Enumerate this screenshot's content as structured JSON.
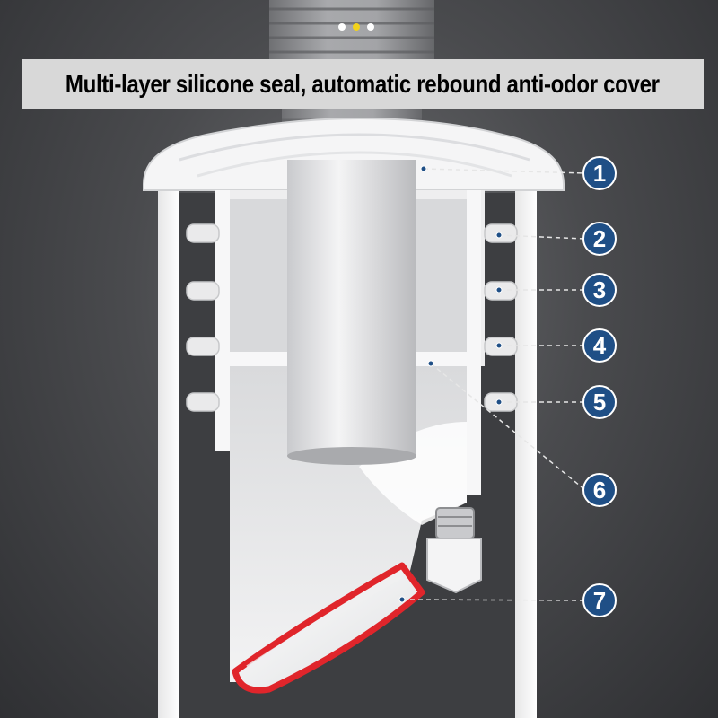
{
  "title": "Multi-layer silicone seal, automatic rebound anti-odor cover",
  "callouts": [
    {
      "number": "1"
    },
    {
      "number": "2"
    },
    {
      "number": "3"
    },
    {
      "number": "4"
    },
    {
      "number": "5"
    },
    {
      "number": "6"
    },
    {
      "number": "7"
    }
  ],
  "colors": {
    "background": "#4a4b4e",
    "banner": "#d8d8d8",
    "callout_fill": "#1f4f86",
    "callout_border": "#ffffff",
    "seal_accent": "#e0252b",
    "housing": "#f2f2f2",
    "hose": "#8e8f92",
    "indicator_led": "#f2d21b"
  }
}
